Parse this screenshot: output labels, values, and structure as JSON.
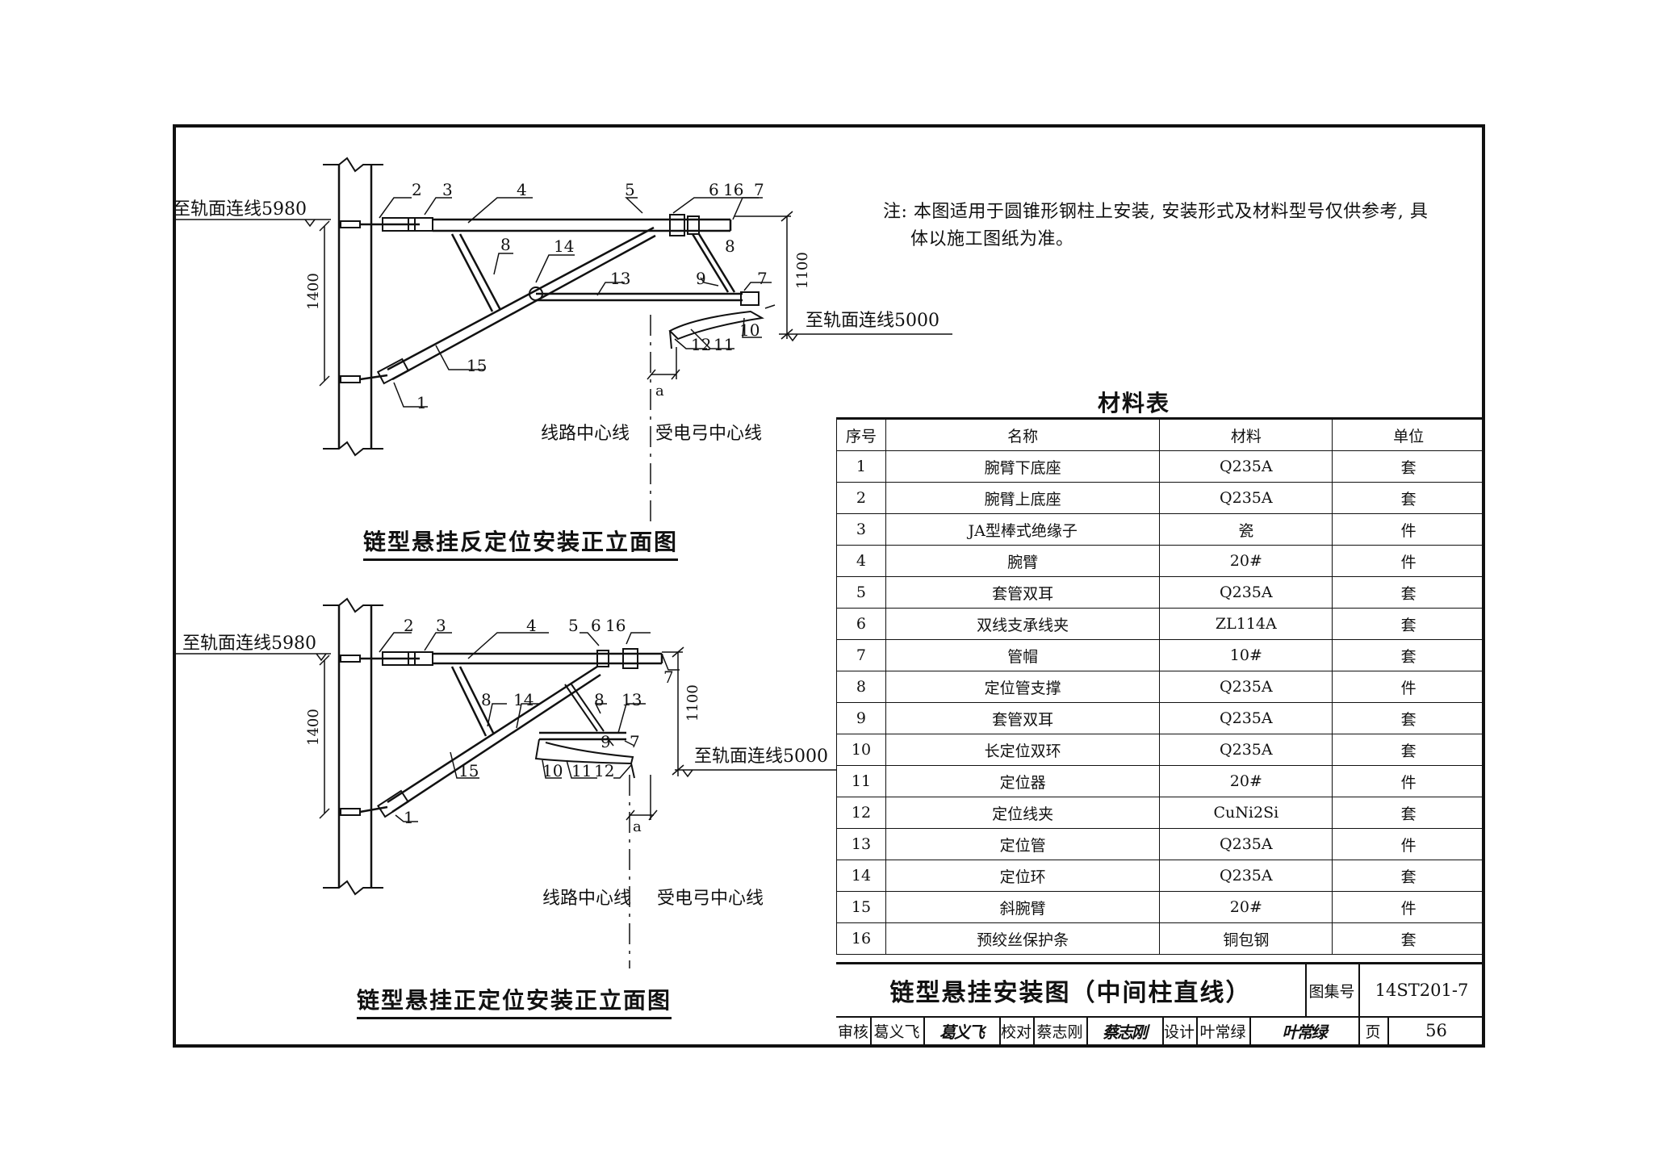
{
  "note": {
    "line1": "注: 本图适用于圆锥形钢柱上安装, 安装形式及材料型号仅供参考, 具",
    "line2": "体以施工图纸为准。"
  },
  "material_table": {
    "title": "材料表",
    "headers": [
      "序号",
      "名称",
      "材料",
      "单位"
    ],
    "rows": [
      [
        "1",
        "腕臂下底座",
        "Q235A",
        "套"
      ],
      [
        "2",
        "腕臂上底座",
        "Q235A",
        "套"
      ],
      [
        "3",
        "JA型棒式绝缘子",
        "瓷",
        "件"
      ],
      [
        "4",
        "腕臂",
        "20#",
        "件"
      ],
      [
        "5",
        "套管双耳",
        "Q235A",
        "套"
      ],
      [
        "6",
        "双线支承线夹",
        "ZL114A",
        "套"
      ],
      [
        "7",
        "管帽",
        "10#",
        "套"
      ],
      [
        "8",
        "定位管支撑",
        "Q235A",
        "件"
      ],
      [
        "9",
        "套管双耳",
        "Q235A",
        "套"
      ],
      [
        "10",
        "长定位双环",
        "Q235A",
        "套"
      ],
      [
        "11",
        "定位器",
        "20#",
        "件"
      ],
      [
        "12",
        "定位线夹",
        "CuNi2Si",
        "套"
      ],
      [
        "13",
        "定位管",
        "Q235A",
        "件"
      ],
      [
        "14",
        "定位环",
        "Q235A",
        "套"
      ],
      [
        "15",
        "斜腕臂",
        "20#",
        "件"
      ],
      [
        "16",
        "预绞丝保护条",
        "铜包钢",
        "套"
      ]
    ]
  },
  "title_block": {
    "title": "链型悬挂安装图（中间柱直线）",
    "atlas_label": "图集号",
    "atlas_no": "14ST201-7",
    "review_label": "审核",
    "reviewer": "葛义飞",
    "check_label": "校对",
    "checker": "蔡志刚",
    "design_label": "设计",
    "designer": "叶常绿",
    "page_label": "页",
    "page_no": "56"
  },
  "diagram_top": {
    "caption": "链型悬挂反定位安装正立面图",
    "rail_upper": "至轨面连线5980",
    "rail_lower": "至轨面连线5000",
    "dim_1400": "1400",
    "dim_1100": "1100",
    "dim_a": "a",
    "line_center": "线路中心线",
    "pantograph_center": "受电弓中心线",
    "parts": [
      "1",
      "2",
      "3",
      "4",
      "5",
      "6",
      "16",
      "7",
      "8",
      "14",
      "8",
      "9",
      "7",
      "13",
      "10",
      "12",
      "11",
      "15"
    ]
  },
  "diagram_bottom": {
    "caption": "链型悬挂正定位安装正立面图",
    "rail_upper": "至轨面连线5980",
    "rail_lower": "至轨面连线5000",
    "dim_1400": "1400",
    "dim_1100": "1100",
    "dim_a": "a",
    "line_center": "线路中心线",
    "pantograph_center": "受电弓中心线",
    "parts": [
      "2",
      "3",
      "4",
      "5",
      "6",
      "16",
      "7",
      "8",
      "14",
      "8",
      "13",
      "9",
      "7",
      "15",
      "10",
      "11",
      "12",
      "1"
    ]
  }
}
